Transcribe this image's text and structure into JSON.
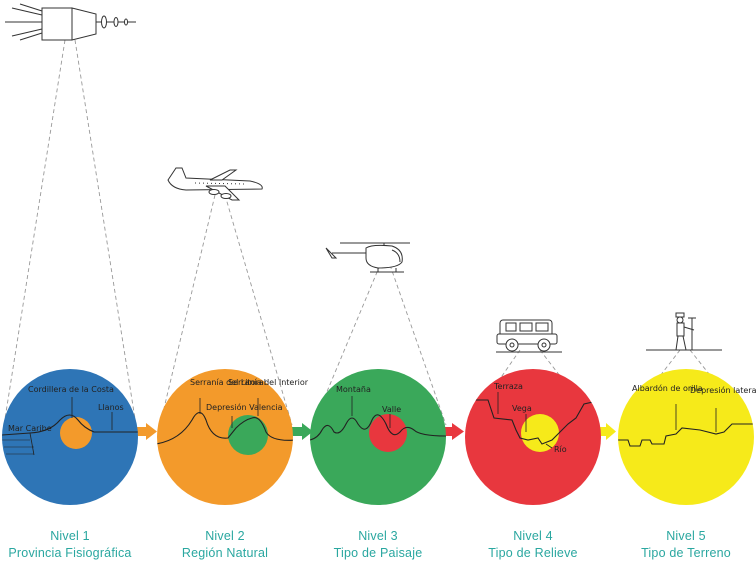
{
  "levels": [
    {
      "nivel": "Nivel 1",
      "name": "Provincia Fisiográfica",
      "color": "#2e75b6",
      "inner_color": "#f39a2b",
      "vehicle": "satellite-icon",
      "labels": [
        "Cordillera de la Costa",
        "Llanos",
        "Mar Caribe"
      ]
    },
    {
      "nivel": "Nivel 2",
      "name": "Región Natural",
      "color": "#f39a2b",
      "inner_color": "#3aa85a",
      "vehicle": "airplane-icon",
      "labels": [
        "Serranía del Litoral",
        "Serranía del Interior",
        "Depresión Valencia"
      ]
    },
    {
      "nivel": "Nivel 3",
      "name": "Tipo de Paisaje",
      "color": "#3aa85a",
      "inner_color": "#e8373e",
      "vehicle": "helicopter-icon",
      "labels": [
        "Montaña",
        "Valle"
      ]
    },
    {
      "nivel": "Nivel 4",
      "name": "Tipo de Relieve",
      "color": "#e8373e",
      "inner_color": "#f6ea1a",
      "vehicle": "jeep-icon",
      "labels": [
        "Terraza",
        "Vega",
        "Río"
      ]
    },
    {
      "nivel": "Nivel 5",
      "name": "Tipo de Terreno",
      "color": "#f6ea1a",
      "inner_color": null,
      "vehicle": "surveyor-icon",
      "labels": [
        "Albardón de orilla",
        "Depresión lateral"
      ]
    }
  ]
}
